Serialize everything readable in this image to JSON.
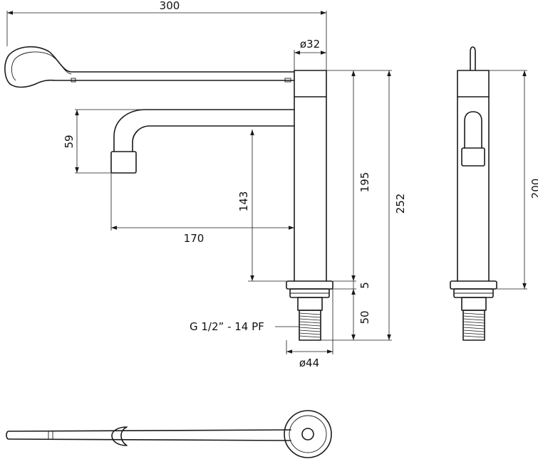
{
  "diagram": {
    "dimensions": {
      "overall_width": "300",
      "body_diameter": "ø32",
      "spout_drop": "59",
      "spout_outlet_height": "143",
      "spout_reach": "170",
      "body_height": "195",
      "overall_height": "252",
      "flange_height": "5",
      "thread_length": "50",
      "base_diameter": "ø44",
      "side_height": "200"
    },
    "thread_label": "G 1/2” - 14 PF"
  }
}
